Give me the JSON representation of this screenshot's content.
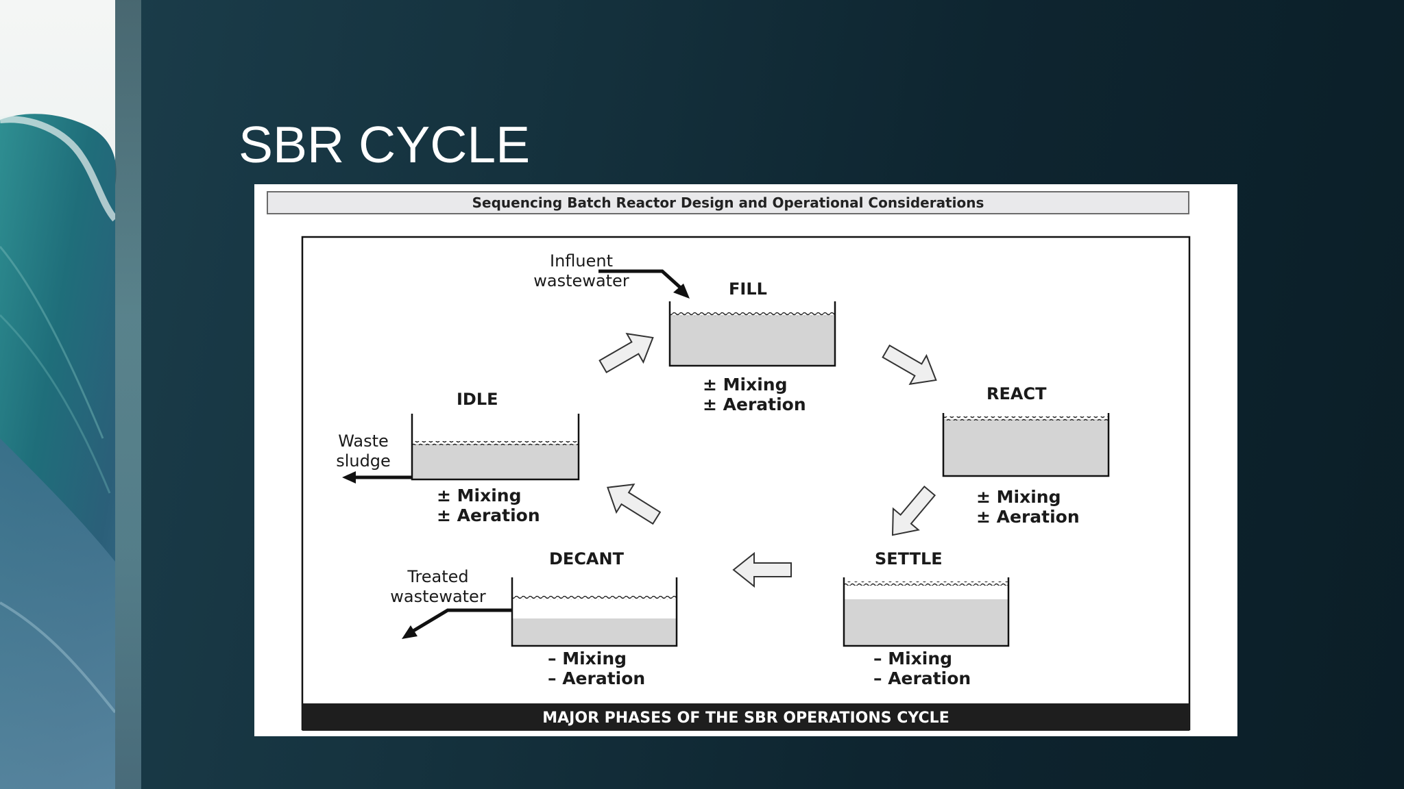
{
  "slide": {
    "title": "SBR CYCLE"
  },
  "figure": {
    "header": "Sequencing Batch Reactor Design and Operational Considerations",
    "caption": "MAJOR PHASES OF THE SBR OPERATIONS CYCLE",
    "phases": {
      "fill": {
        "name": "FILL",
        "line1": "± Mixing",
        "line2": "± Aeration"
      },
      "react": {
        "name": "REACT",
        "line1": "± Mixing",
        "line2": "± Aeration"
      },
      "settle": {
        "name": "SETTLE",
        "line1": "– Mixing",
        "line2": "– Aeration"
      },
      "decant": {
        "name": "DECANT",
        "line1": "– Mixing",
        "line2": "– Aeration"
      },
      "idle": {
        "name": "IDLE",
        "line1": "± Mixing",
        "line2": "± Aeration"
      }
    },
    "labels": {
      "influent_1": "Influent",
      "influent_2": "wastewater",
      "treated_1": "Treated",
      "treated_2": "wastewater",
      "waste_1": "Waste",
      "waste_2": "sludge"
    }
  },
  "colors": {
    "tank_fill": "#d4d4d4",
    "caption_bar": "#1e1e1e",
    "background": "#15323e"
  }
}
